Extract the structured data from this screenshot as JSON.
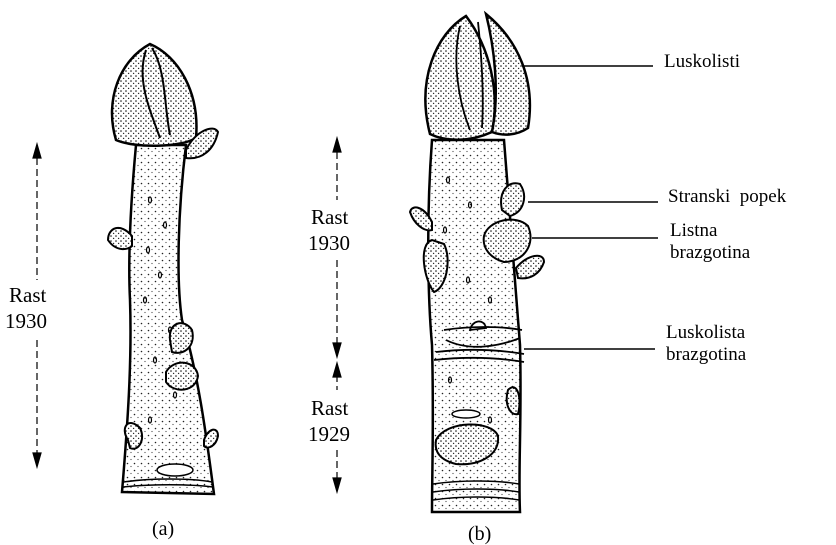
{
  "figure": {
    "panel_a": {
      "caption": "(a)",
      "growth_label_line1": "Rast",
      "growth_label_line2": "1930"
    },
    "panel_b": {
      "caption": "(b)",
      "upper_growth_line1": "Rast",
      "upper_growth_line2": "1930",
      "lower_growth_line1": "Rast",
      "lower_growth_line2": "1929"
    },
    "callouts": {
      "bud_scales": "Luskolisti",
      "lateral_bud": "Stranski  popek",
      "leaf_scar_line1": "Listna",
      "leaf_scar_line2": "brazgotina",
      "scale_scar_line1": "Luskolista",
      "scale_scar_line2": "brazgotina"
    }
  }
}
